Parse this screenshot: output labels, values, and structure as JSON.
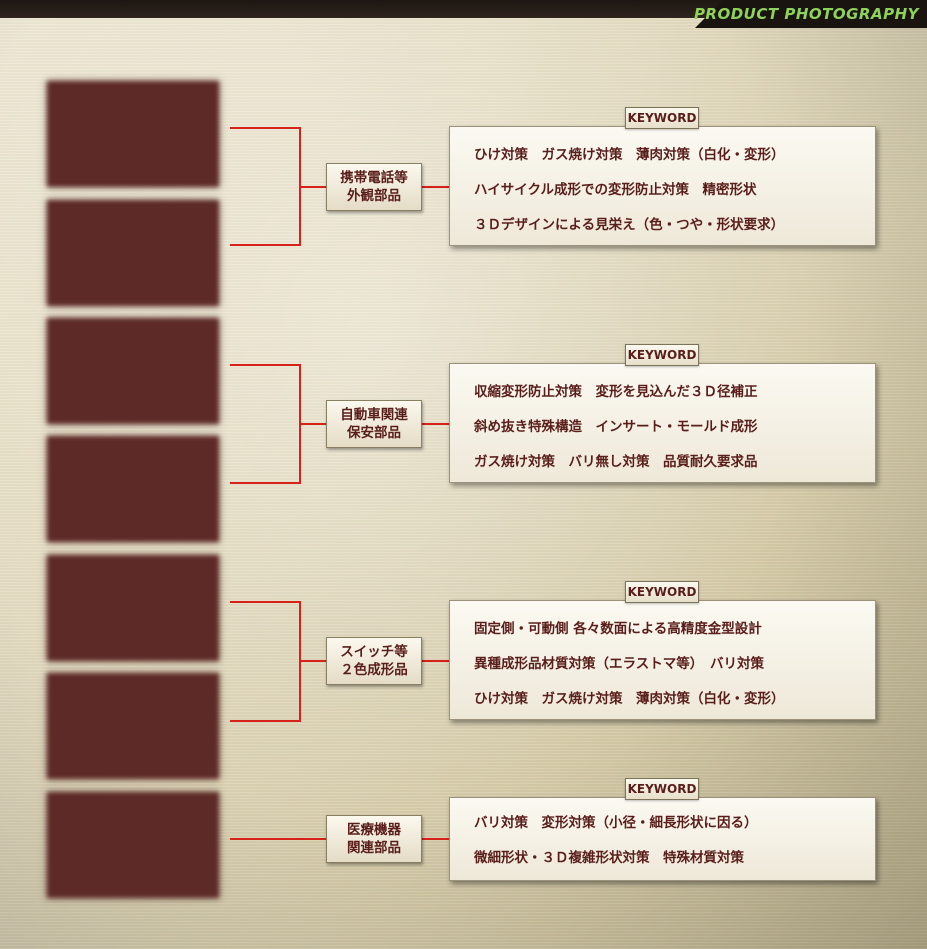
{
  "header": {
    "label": "PRODUCT PHOTOGRAPHY"
  },
  "keyword_tab_label": "KEYWORD",
  "sections": [
    {
      "category": [
        "携帯電話等",
        "外観部品"
      ],
      "keywords": [
        "ひけ対策　ガス焼け対策　薄肉対策（白化・変形）",
        "ハイサイクル成形での変形防止対策　精密形状",
        "３Ｄデザインによる見栄え（色・つや・形状要求）"
      ]
    },
    {
      "category": [
        "自動車関連",
        "保安部品"
      ],
      "keywords": [
        "収縮変形防止対策　変形を見込んだ３Ｄ径補正",
        "斜め抜き特殊構造　インサート・モールド成形",
        "ガス焼け対策　バリ無し対策　品質耐久要求品"
      ]
    },
    {
      "category": [
        "スイッチ等",
        "２色成形品"
      ],
      "keywords": [
        "固定側・可動側 各々数面による高精度金型設計",
        "異種成形品材質対策（エラストマ等）　バリ対策",
        "ひけ対策　ガス焼け対策　薄肉対策（白化・変形）"
      ]
    },
    {
      "category": [
        "医療機器",
        "関連部品"
      ],
      "keywords": [
        "バリ対策　変形対策（小径・細長形状に因る）",
        "微細形状・３Ｄ複雑形状対策　特殊材質対策"
      ]
    }
  ],
  "colors": {
    "accent_red": "#d7221a",
    "text_maroon": "#5a1e1a",
    "thumb": "#5e2a27"
  }
}
